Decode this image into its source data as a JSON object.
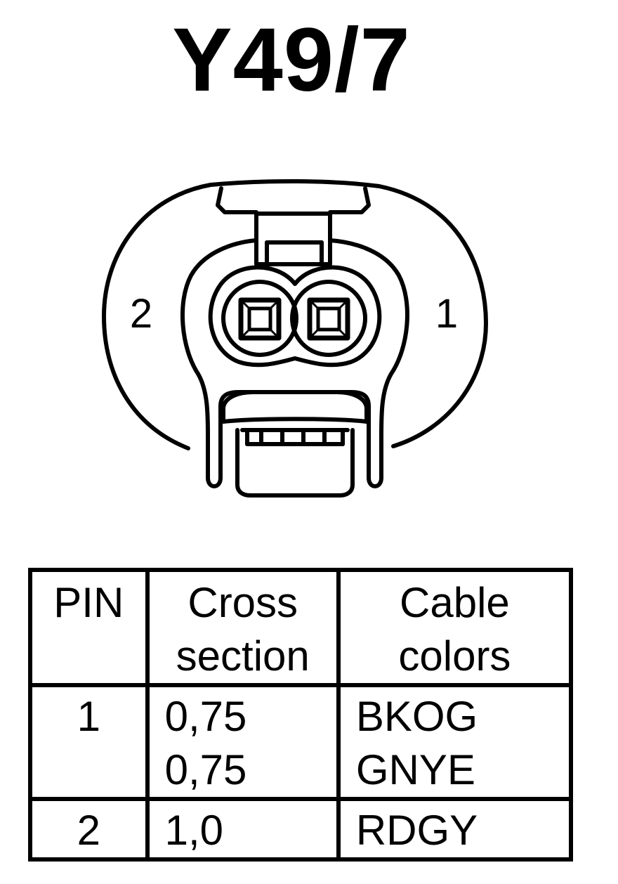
{
  "title": "Y49/7",
  "pin_labels": {
    "left": "2",
    "right": "1"
  },
  "table": {
    "headers": {
      "pin": "PIN",
      "cross_line1": "Cross",
      "cross_line2": "section",
      "cable_line1": "Cable",
      "cable_line2": "colors"
    },
    "rows": [
      {
        "pin": "1",
        "cross": [
          "0,75",
          "0,75"
        ],
        "colors": [
          "BKOG",
          "GNYE"
        ]
      },
      {
        "pin": "2",
        "cross": [
          "1,0"
        ],
        "colors": [
          "RDGY"
        ]
      }
    ]
  }
}
